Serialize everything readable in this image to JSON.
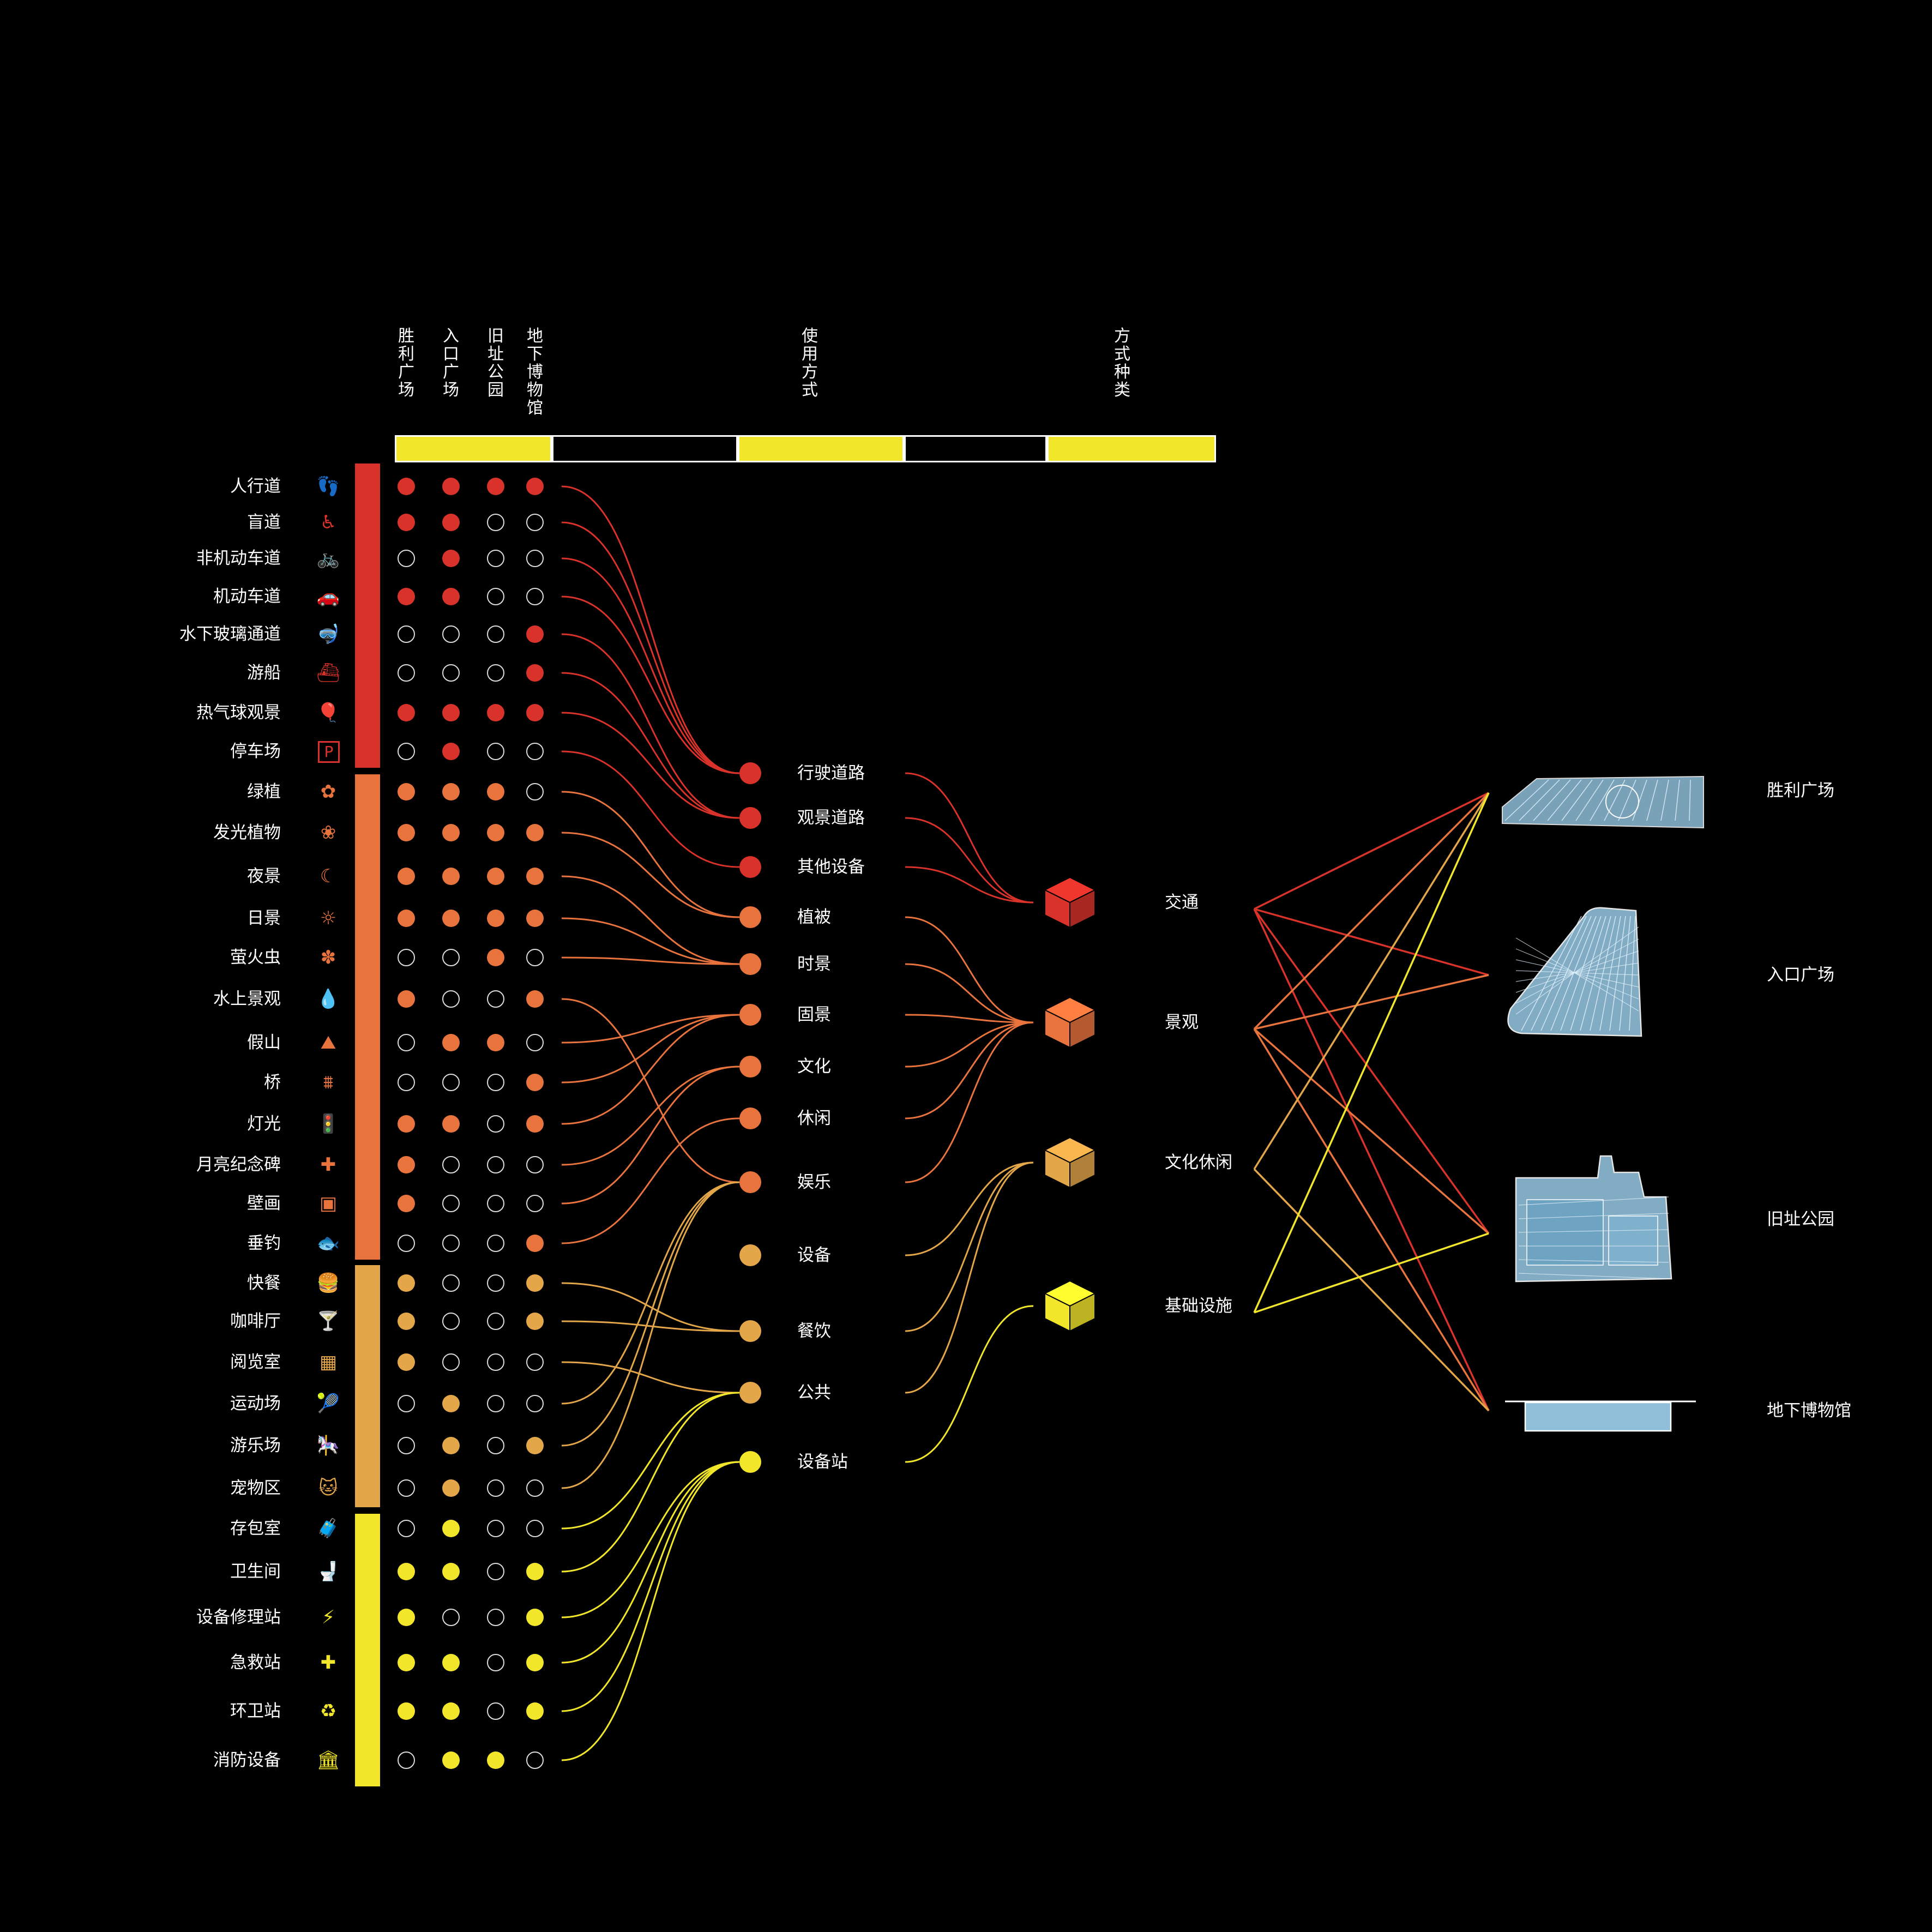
{
  "headers": {
    "sites": [
      "胜利广场",
      "入口广场",
      "旧址公园",
      "地下博物馆"
    ],
    "usage": "使用方式",
    "kinds": "方式种类"
  },
  "colors": {
    "red": "#D9322A",
    "orange": "#E8733D",
    "amber": "#E3A649",
    "yellow": "#F2E62B",
    "blueprint": "#8FBFD9"
  },
  "rows": [
    {
      "label": "人行道",
      "icon": "footprint-icon",
      "glyph": "👣",
      "band": "red",
      "marks": [
        1,
        1,
        1,
        1
      ],
      "to": 0
    },
    {
      "label": "盲道",
      "icon": "wheelchair-icon",
      "glyph": "♿",
      "band": "red",
      "marks": [
        1,
        1,
        0,
        0
      ],
      "to": 0
    },
    {
      "label": "非机动车道",
      "icon": "bicycle-icon",
      "glyph": "🚲",
      "band": "red",
      "marks": [
        0,
        1,
        0,
        0
      ],
      "to": 0
    },
    {
      "label": "机动车道",
      "icon": "car-icon",
      "glyph": "🚗",
      "band": "red",
      "marks": [
        1,
        1,
        0,
        0
      ],
      "to": 0
    },
    {
      "label": "水下玻璃通道",
      "icon": "diver-icon",
      "glyph": "🤿",
      "band": "red",
      "marks": [
        0,
        0,
        0,
        1
      ],
      "to": 1
    },
    {
      "label": "游船",
      "icon": "boat-icon",
      "glyph": "⛴",
      "band": "red",
      "marks": [
        0,
        0,
        0,
        1
      ],
      "to": 1
    },
    {
      "label": "热气球观景",
      "icon": "balloon-icon",
      "glyph": "🎈",
      "band": "red",
      "marks": [
        1,
        1,
        1,
        1
      ],
      "to": 1
    },
    {
      "label": "停车场",
      "icon": "parking-icon",
      "glyph": "P",
      "band": "red",
      "marks": [
        0,
        1,
        0,
        0
      ],
      "to": 2
    },
    {
      "label": "绿植",
      "icon": "clover-icon",
      "glyph": "✿",
      "band": "orange",
      "marks": [
        1,
        1,
        1,
        0
      ],
      "to": 3
    },
    {
      "label": "发光植物",
      "icon": "glowing-plant-icon",
      "glyph": "❀",
      "band": "orange",
      "marks": [
        1,
        1,
        1,
        1
      ],
      "to": 3
    },
    {
      "label": "夜景",
      "icon": "night-scene-icon",
      "glyph": "☾",
      "band": "orange",
      "marks": [
        1,
        1,
        1,
        1
      ],
      "to": 4
    },
    {
      "label": "日景",
      "icon": "sun-icon",
      "glyph": "☼",
      "band": "orange",
      "marks": [
        1,
        1,
        1,
        1
      ],
      "to": 4
    },
    {
      "label": "萤火虫",
      "icon": "firefly-icon",
      "glyph": "✽",
      "band": "orange",
      "marks": [
        0,
        0,
        1,
        0
      ],
      "to": 4
    },
    {
      "label": "水上景观",
      "icon": "water-drops-icon",
      "glyph": "💧",
      "band": "orange",
      "marks": [
        1,
        0,
        0,
        1
      ],
      "to": 8
    },
    {
      "label": "假山",
      "icon": "rockery-icon",
      "glyph": "⛰",
      "band": "orange",
      "marks": [
        0,
        1,
        1,
        0
      ],
      "to": 5
    },
    {
      "label": "桥",
      "icon": "bridge-icon",
      "glyph": "⩩",
      "band": "orange",
      "marks": [
        0,
        0,
        0,
        1
      ],
      "to": 5
    },
    {
      "label": "灯光",
      "icon": "traffic-light-icon",
      "glyph": "🚦",
      "band": "orange",
      "marks": [
        1,
        1,
        0,
        1
      ],
      "to": 5
    },
    {
      "label": "月亮纪念碑",
      "icon": "monument-icon",
      "glyph": "✚",
      "band": "orange",
      "marks": [
        1,
        0,
        0,
        0
      ],
      "to": 6
    },
    {
      "label": "壁画",
      "icon": "mural-icon",
      "glyph": "▣",
      "band": "orange",
      "marks": [
        1,
        0,
        0,
        0
      ],
      "to": 6
    },
    {
      "label": "垂钓",
      "icon": "fish-icon",
      "glyph": "🐟",
      "band": "orange",
      "marks": [
        0,
        0,
        0,
        1
      ],
      "to": 7
    },
    {
      "label": "快餐",
      "icon": "burger-icon",
      "glyph": "🍔",
      "band": "amber",
      "marks": [
        1,
        0,
        0,
        1
      ],
      "to": 10
    },
    {
      "label": "咖啡厅",
      "icon": "cocktail-icon",
      "glyph": "🍸",
      "band": "amber",
      "marks": [
        1,
        0,
        0,
        1
      ],
      "to": 10
    },
    {
      "label": "阅览室",
      "icon": "reading-room-icon",
      "glyph": "▦",
      "band": "amber",
      "marks": [
        1,
        0,
        0,
        0
      ],
      "to": 11
    },
    {
      "label": "运动场",
      "icon": "tennis-icon",
      "glyph": "🎾",
      "band": "amber",
      "marks": [
        0,
        1,
        0,
        0
      ],
      "to": 8
    },
    {
      "label": "游乐场",
      "icon": "carousel-icon",
      "glyph": "🎠",
      "band": "amber",
      "marks": [
        0,
        1,
        0,
        1
      ],
      "to": 8
    },
    {
      "label": "宠物区",
      "icon": "cat-icon",
      "glyph": "🐱",
      "band": "amber",
      "marks": [
        0,
        1,
        0,
        0
      ],
      "to": 8
    },
    {
      "label": "存包室",
      "icon": "locker-icon",
      "glyph": "🧳",
      "band": "yellow",
      "marks": [
        0,
        1,
        0,
        0
      ],
      "to": 11
    },
    {
      "label": "卫生间",
      "icon": "toilet-icon",
      "glyph": "🚽",
      "band": "yellow",
      "marks": [
        1,
        1,
        0,
        1
      ],
      "to": 11
    },
    {
      "label": "设备修理站",
      "icon": "repair-icon",
      "glyph": "⚡",
      "band": "yellow",
      "marks": [
        1,
        0,
        0,
        1
      ],
      "to": 12
    },
    {
      "label": "急救站",
      "icon": "first-aid-icon",
      "glyph": "✚",
      "band": "yellow",
      "marks": [
        1,
        1,
        0,
        1
      ],
      "to": 12
    },
    {
      "label": "环卫站",
      "icon": "recycle-icon",
      "glyph": "♻",
      "band": "yellow",
      "marks": [
        1,
        1,
        0,
        1
      ],
      "to": 12
    },
    {
      "label": "消防设备",
      "icon": "fire-station-icon",
      "glyph": "🏛",
      "band": "yellow",
      "marks": [
        0,
        1,
        1,
        0
      ],
      "to": 12
    }
  ],
  "usage_nodes": [
    {
      "label": "行驶道路",
      "band": "red",
      "to": 0
    },
    {
      "label": "观景道路",
      "band": "red",
      "to": 0
    },
    {
      "label": "其他设备",
      "band": "red",
      "to": 0
    },
    {
      "label": "植被",
      "band": "orange",
      "to": 1
    },
    {
      "label": "时景",
      "band": "orange",
      "to": 1
    },
    {
      "label": "固景",
      "band": "orange",
      "to": 1
    },
    {
      "label": "文化",
      "band": "orange",
      "to": 1
    },
    {
      "label": "休闲",
      "band": "orange",
      "to": 1
    },
    {
      "label": "娱乐",
      "band": "orange",
      "to": 1
    },
    {
      "label": "设备",
      "band": "amber",
      "to": 2
    },
    {
      "label": "餐饮",
      "band": "amber",
      "to": 2
    },
    {
      "label": "公共",
      "band": "amber",
      "to": 2
    },
    {
      "label": "设备站",
      "band": "yellow",
      "to": 3
    }
  ],
  "categories": [
    {
      "label": "交通",
      "band": "red",
      "cube": "red-cube-icon",
      "sites": [
        0,
        1,
        2,
        3
      ]
    },
    {
      "label": "景观",
      "band": "orange",
      "cube": "orange-cube-icon",
      "sites": [
        0,
        1,
        2,
        3
      ]
    },
    {
      "label": "文化休闲",
      "band": "amber",
      "cube": "amber-cube-icon",
      "sites": [
        0,
        3
      ]
    },
    {
      "label": "基础设施",
      "band": "yellow",
      "cube": "yellow-cube-icon",
      "sites": [
        0,
        2
      ]
    }
  ],
  "sites": [
    {
      "label": "胜利广场",
      "model": "victory-square-model-icon"
    },
    {
      "label": "入口广场",
      "model": "entrance-square-model-icon"
    },
    {
      "label": "旧址公园",
      "model": "site-park-model-icon"
    },
    {
      "label": "地下博物馆",
      "model": "underground-museum-model-icon"
    }
  ]
}
